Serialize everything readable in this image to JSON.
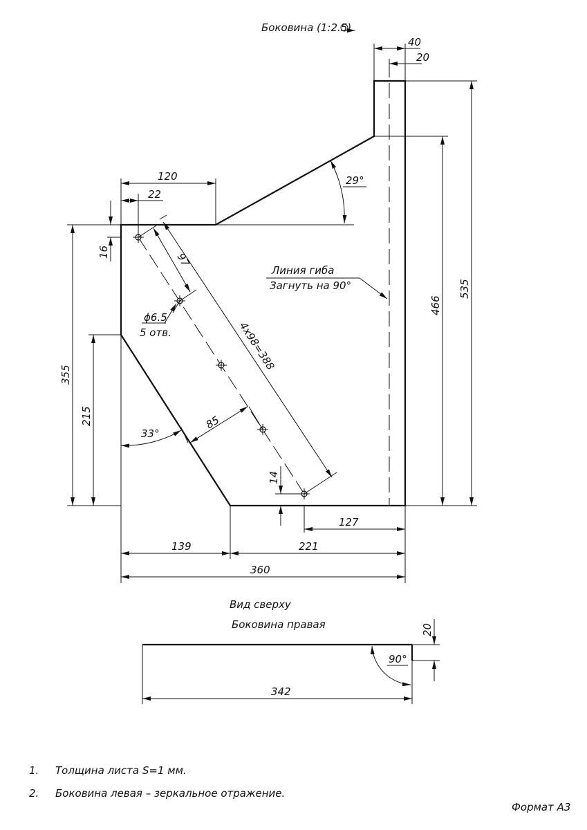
{
  "title": "Боковина (1:2.5)",
  "dims": {
    "d40": "40",
    "d20_top": "20",
    "d120": "120",
    "d22": "22",
    "d29deg": "29°",
    "d16": "16",
    "d97": "97",
    "d_hole_dia": "ϕ6.5",
    "d_hole_count": "5 отв.",
    "d_pitch": "4x98=388",
    "d355": "355",
    "d215": "215",
    "d33deg": "33°",
    "d85": "85",
    "d14": "14",
    "d466": "466",
    "d535": "535",
    "d127": "127",
    "d139": "139",
    "d221": "221",
    "d360": "360"
  },
  "bend": {
    "line1": "Линия гиба",
    "line2": "Загнуть на 90°"
  },
  "top_view": {
    "heading1": "Вид сверху",
    "heading2": "Боковина правая",
    "d20": "20",
    "d90deg": "90°",
    "d342": "342"
  },
  "notes": [
    {
      "num": "1.",
      "text": "Толщина листа S=1 мм."
    },
    {
      "num": "2.",
      "text": "Боковина левая – зеркальное отражение."
    }
  ],
  "format": "Формат А3"
}
